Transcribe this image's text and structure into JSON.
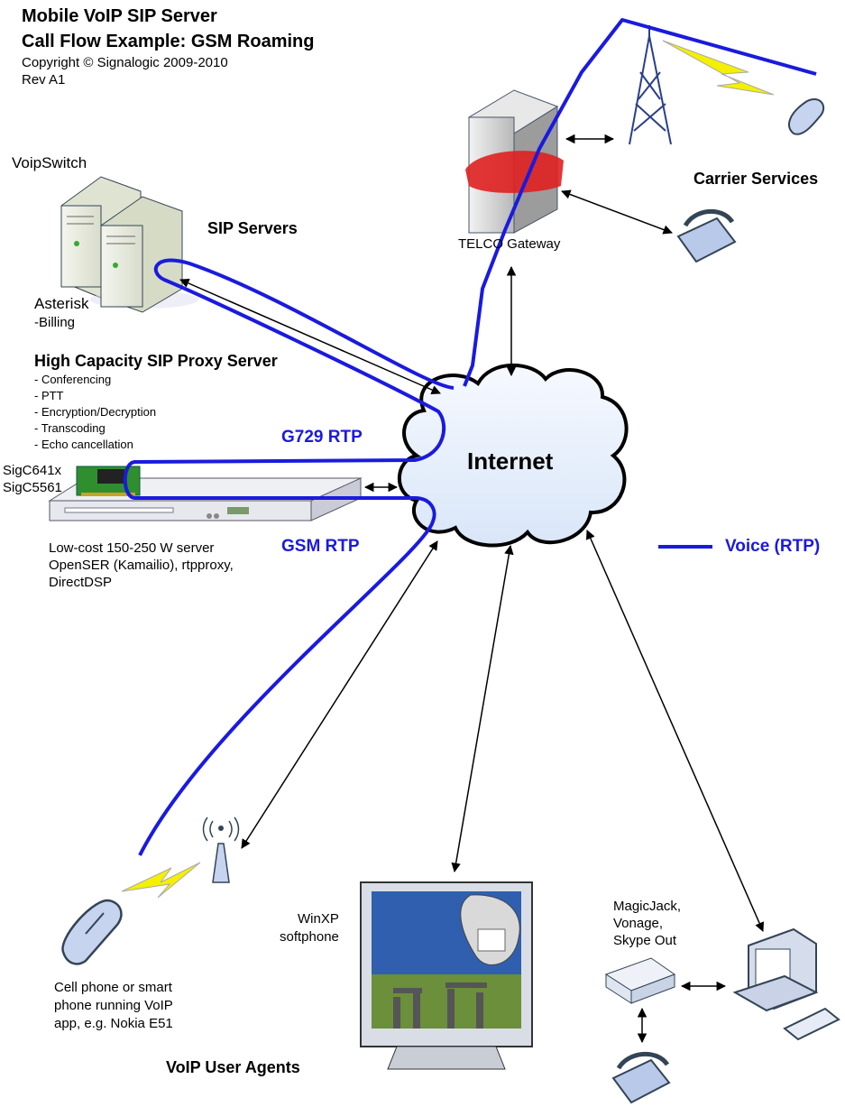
{
  "header": {
    "title_line1": "Mobile VoIP SIP Server",
    "title_line2": "Call Flow Example:  GSM Roaming",
    "copyright": "Copyright ©  Signalogic 2009-2010",
    "revision": "Rev A1"
  },
  "sip_servers": {
    "voipswitch_label": "VoipSwitch",
    "heading": "SIP Servers",
    "asterisk_label": "Asterisk",
    "billing_label": "-Billing"
  },
  "proxy": {
    "heading": "High Capacity SIP Proxy Server",
    "features": [
      "- Conferencing",
      "- PTT",
      "- Encryption/Decryption",
      "- Transcoding",
      "- Echo cancellation"
    ],
    "card_label_1": "SigC641x",
    "card_label_2": "SigC5561",
    "desc_line1": "Low-cost 150-250 W server",
    "desc_line2": "OpenSER (Kamailio), rtpproxy,",
    "desc_line3": "DirectDSP"
  },
  "rtp": {
    "g729": "G729 RTP",
    "gsm": "GSM RTP",
    "legend_label": "Voice (RTP)"
  },
  "internet_label": "Internet",
  "telco": {
    "gateway_label": "TELCO Gateway",
    "carrier_label": "Carrier Services"
  },
  "agents": {
    "heading": "VoIP User Agents",
    "cell_line1": "Cell phone or smart",
    "cell_line2": "phone running VoIP",
    "cell_line3": "app, e.g. Nokia E51",
    "winxp_line1": "WinXP",
    "winxp_line2": "softphone",
    "services_line1": "MagicJack,",
    "services_line2": "Vonage,",
    "services_line3": "Skype Out"
  },
  "colors": {
    "voice_path": "#1a1adf",
    "signal_arrow": "#000000",
    "gateway_swirl": "#e02020"
  }
}
